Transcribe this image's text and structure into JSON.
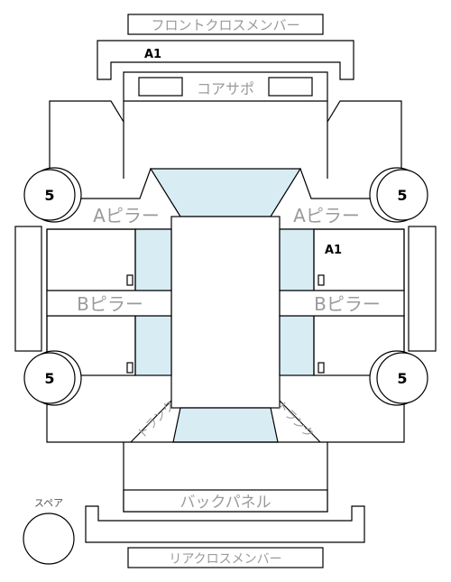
{
  "labels": {
    "front_cross_member": "フロントクロスメンバー",
    "core_support": "コアサポ",
    "a_pillar": "Aピラー",
    "b_pillar": "Bピラー",
    "back_panel": "バックパネル",
    "rear_cross_member": "リアクロスメンバー",
    "trunk": "トランク",
    "spare": "スペア"
  },
  "grades": {
    "front_member": "A1",
    "right_front_door": "A1",
    "tire_front_left": "5",
    "tire_front_right": "5",
    "tire_rear_left": "5",
    "tire_rear_right": "5"
  }
}
